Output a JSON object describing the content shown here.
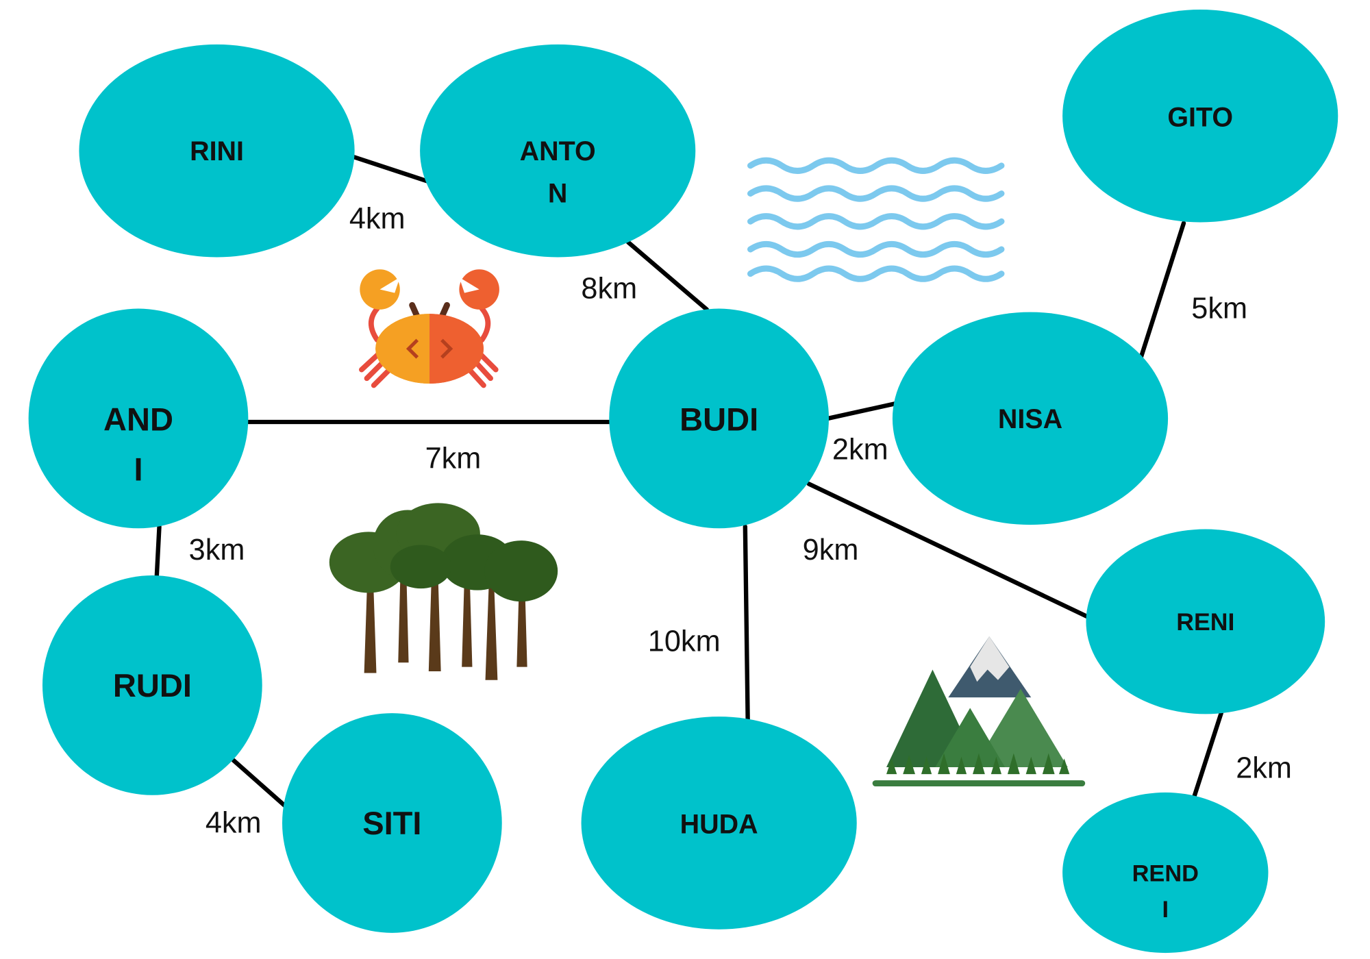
{
  "colors": {
    "node_fill": "#00C2CB",
    "edge": "#000000",
    "water": "#7CC9EE",
    "crab_left": "#F5A023",
    "crab_right": "#EE6030",
    "crab_legs": "#E84C3D",
    "tree_canopy": "#3B6523",
    "tree_trunk": "#5A3A1A",
    "mountain_dark": "#2E6B37",
    "mountain_mid": "#4A8A4F",
    "mountain_rock": "#3F5A6E",
    "snow": "#E6E6E6"
  },
  "nodes": {
    "rini": {
      "lines": [
        "RINI"
      ]
    },
    "anton": {
      "lines": [
        "ANTO",
        "N"
      ]
    },
    "gito": {
      "lines": [
        "GITO"
      ]
    },
    "andi": {
      "lines": [
        "AND",
        "I"
      ]
    },
    "budi": {
      "lines": [
        "BUDI"
      ]
    },
    "nisa": {
      "lines": [
        "NISA"
      ]
    },
    "reni": {
      "lines": [
        "RENI"
      ]
    },
    "rudi": {
      "lines": [
        "RUDI"
      ]
    },
    "siti": {
      "lines": [
        "SITI"
      ]
    },
    "huda": {
      "lines": [
        "HUDA"
      ]
    },
    "rendi": {
      "lines": [
        "REND",
        "I"
      ]
    }
  },
  "edges": [
    {
      "from": "RINI",
      "to": "ANTON",
      "distance": "4km"
    },
    {
      "from": "ANTON",
      "to": "BUDI",
      "distance": "8km"
    },
    {
      "from": "ANDI",
      "to": "BUDI",
      "distance": "7km"
    },
    {
      "from": "BUDI",
      "to": "NISA",
      "distance": "2km"
    },
    {
      "from": "GITO",
      "to": "NISA",
      "distance": "5km"
    },
    {
      "from": "ANDI",
      "to": "RUDI",
      "distance": "3km"
    },
    {
      "from": "BUDI",
      "to": "HUDA",
      "distance": "10km"
    },
    {
      "from": "BUDI",
      "to": "RENI",
      "distance": "9km"
    },
    {
      "from": "RUDI",
      "to": "SITI",
      "distance": "4km"
    },
    {
      "from": "RENI",
      "to": "RENDI",
      "distance": "2km"
    }
  ],
  "decorations": [
    "water-waves-icon",
    "crab-icon",
    "forest-trees-icon",
    "mountain-icon"
  ]
}
